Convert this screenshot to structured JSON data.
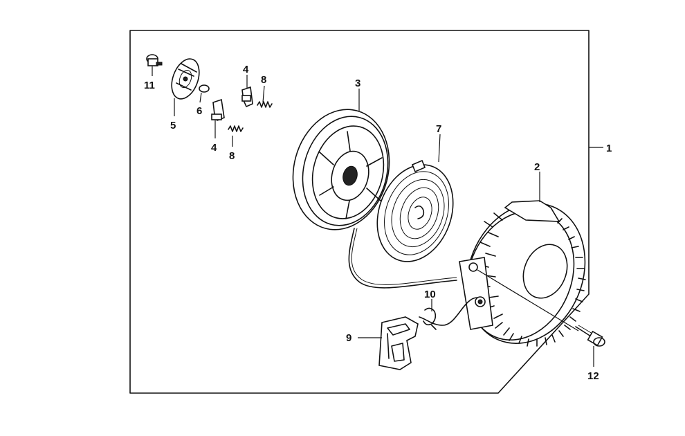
{
  "labels": {
    "p1": "1",
    "p2": "2",
    "p3": "3",
    "p4a": "4",
    "p4b": "4",
    "p5": "5",
    "p6": "6",
    "p7": "7",
    "p8a": "8",
    "p8b": "8",
    "p9": "9",
    "p10": "10",
    "p11": "11",
    "p12": "12"
  }
}
